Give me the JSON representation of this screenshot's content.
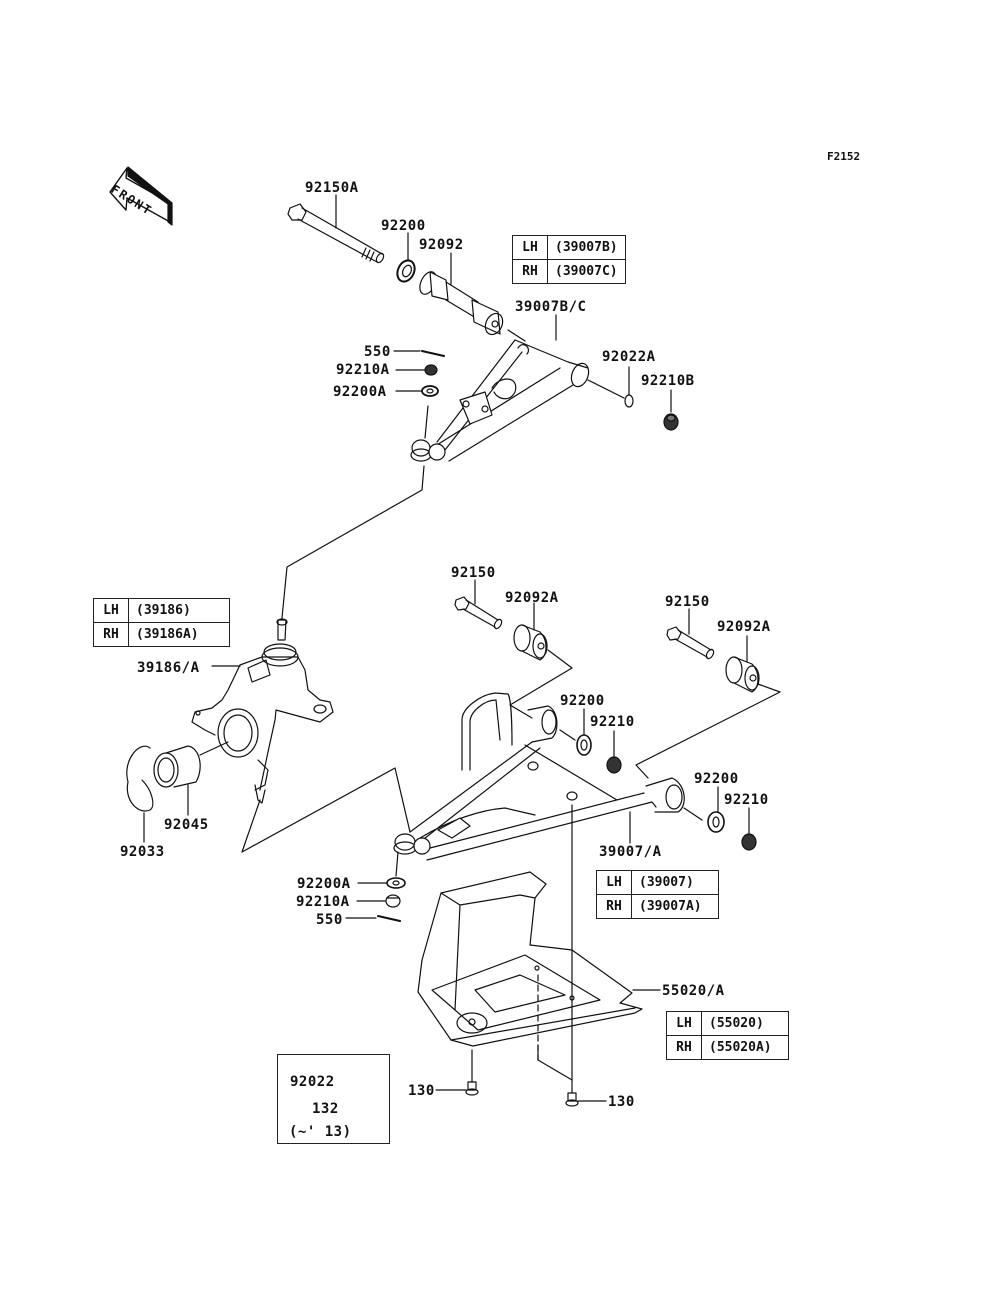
{
  "figure_ref": "F2152",
  "front_arrow_label": "FRONT",
  "parts": {
    "bolt_upper": "92150A",
    "washer_upper": "92200",
    "bushing_upper": "92092",
    "upper_arm": "39007B/C",
    "cotter_pin_upper": "550",
    "castle_nut_upper": "92210A",
    "washer_a_upper": "92200A",
    "washer_22a": "92022A",
    "nut_upper": "92210B",
    "knuckle": "39186/A",
    "bearing": "92045",
    "circlip": "92033",
    "bolt_lower_1": "92150",
    "bushing_lower_1": "92092A",
    "bolt_lower_2": "92150",
    "bushing_lower_2": "92092A",
    "washer_lower_1": "92200",
    "nut_lower_1": "92210",
    "washer_lower_2": "92200",
    "nut_lower_2": "92210",
    "lower_arm": "39007/A",
    "washer_a_lower": "92200A",
    "castle_nut_lower": "92210A",
    "cotter_pin_lower": "550",
    "guard": "55020/A",
    "bolt_guard_1": "130",
    "bolt_guard_2": "130"
  },
  "tables": {
    "upper_arm": [
      {
        "side": "LH",
        "part": "(39007B)"
      },
      {
        "side": "RH",
        "part": "(39007C)"
      }
    ],
    "knuckle": [
      {
        "side": "LH",
        "part": "(39186)"
      },
      {
        "side": "RH",
        "part": "(39186A)"
      }
    ],
    "lower_arm": [
      {
        "side": "LH",
        "part": "(39007)"
      },
      {
        "side": "RH",
        "part": "(39007A)"
      }
    ],
    "guard": [
      {
        "side": "LH",
        "part": "(55020)"
      },
      {
        "side": "RH",
        "part": "(55020A)"
      }
    ]
  },
  "inset": {
    "washer": "92022",
    "bolt": "132",
    "note": "(~' 13)"
  }
}
